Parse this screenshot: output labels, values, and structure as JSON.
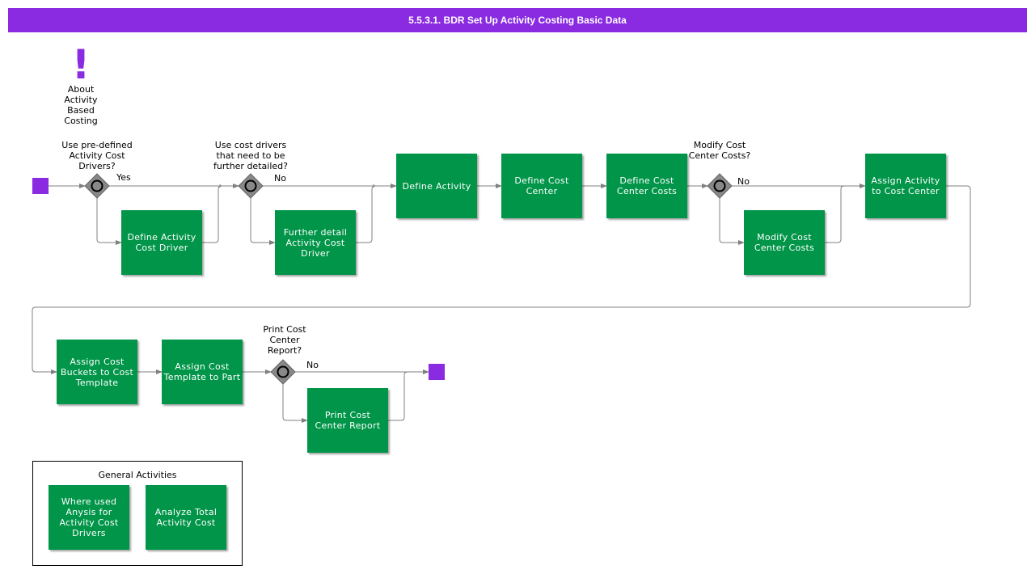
{
  "title": "5.5.3.1. BDR Set Up Activity Costing Basic Data",
  "colors": {
    "header": "#8a2be2",
    "task": "#009548",
    "gateway": "#888888",
    "line": "#808080"
  },
  "annotation": {
    "symbol": "!",
    "label": "About Activity Based Costing"
  },
  "gateways": {
    "g1": "Use pre-defined Activity Cost Drivers?",
    "g2": "Use cost drivers that need to be further detailed?",
    "g3": "Modify Cost Center Costs?",
    "g4": "Print Cost Center Report?"
  },
  "flow_labels": {
    "g1_yes": "Yes",
    "g2_no": "No",
    "g3_no": "No",
    "g4_no": "No"
  },
  "tasks": {
    "define_activity_cost_driver": "Define Activity Cost Driver",
    "further_detail": "Further detail Activity Cost Driver",
    "define_activity": "Define Activity",
    "define_cost_center": "Define Cost Center",
    "define_cost_center_costs": "Define Cost Center Costs",
    "modify_cost_center_costs": "Modify Cost Center Costs",
    "assign_activity": "Assign Activity to Cost Center",
    "assign_cost_buckets": "Assign Cost Buckets to Cost Template",
    "assign_cost_template": "Assign Cost Template to Part",
    "print_report": "Print Cost Center Report"
  },
  "general": {
    "title": "General Activities",
    "where_used": "Where used Anysis for Activity Cost Drivers",
    "analyze_total": "Analyze Total Activity Cost"
  }
}
